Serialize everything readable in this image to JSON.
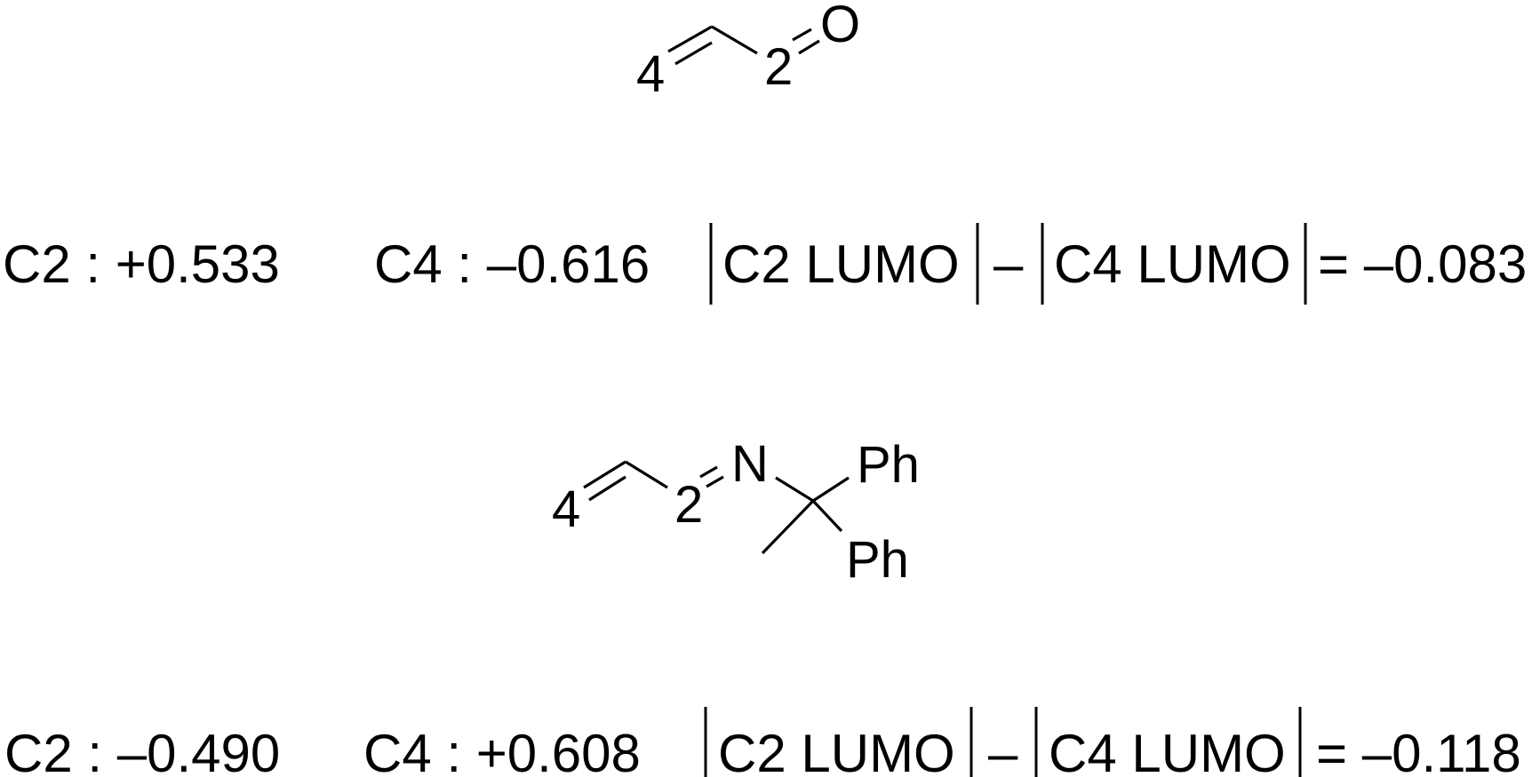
{
  "molecules": [
    {
      "atoms": {
        "c4": "4",
        "c2": "2",
        "heteroatom": "O"
      },
      "c2_label": "C2 : +0.533",
      "c4_label": "C4 : –0.616",
      "term1": "C2 LUMO",
      "minus": "–",
      "term2": "C4 LUMO",
      "result": "= –0.083"
    },
    {
      "atoms": {
        "c4": "4",
        "c2": "2",
        "heteroatom": "N",
        "ph1": "Ph",
        "ph2": "Ph"
      },
      "c2_label": "C2 : –0.490",
      "c4_label": "C4 : +0.608",
      "term1": "C2 LUMO",
      "minus": "–",
      "term2": "C4 LUMO",
      "result": "= –0.118"
    }
  ]
}
